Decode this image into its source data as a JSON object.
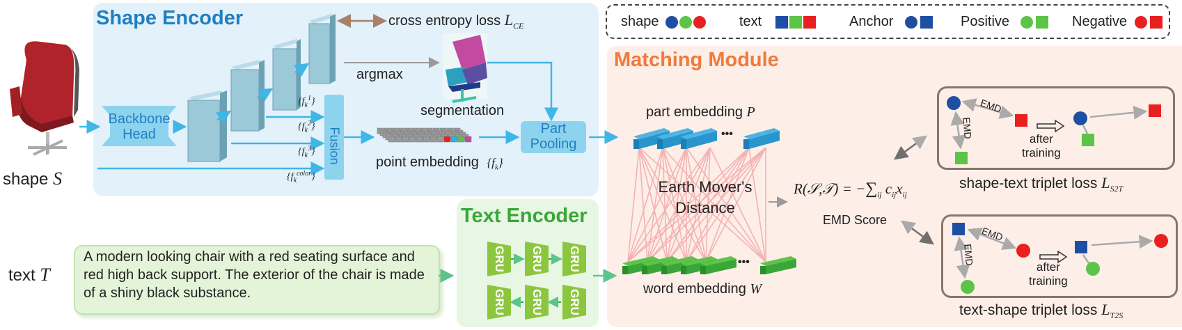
{
  "shape_encoder": {
    "title": "Shape Encoder",
    "backbone": [
      "Backbone",
      "Head"
    ],
    "fusion": "Fusion",
    "f1": "f",
    "f1_sup": "1",
    "f2": "f",
    "f2_sup": "2",
    "f3": "f",
    "f3_sup": "3",
    "fc": "f",
    "fc_sup": "color",
    "ce_loss": "cross entropy loss",
    "ce_symbol": "L",
    "ce_sub": "CE",
    "argmax": "argmax",
    "segmentation": "segmentation",
    "point_embedding": "point embedding",
    "point_symbol": "{f",
    "point_symbol_end": "}",
    "part_pooling": [
      "Part",
      "Pooling"
    ]
  },
  "inputs": {
    "shape_label": "shape",
    "shape_symbol": "S",
    "text_label": "text",
    "text_symbol": "T"
  },
  "text_encoder": {
    "title": "Text Encoder",
    "description": "A modern looking chair with a red seating surface and red high back support. The exterior of the chair is made of a shiny black substance.",
    "gru_label": "GRU"
  },
  "matching": {
    "title": "Matching Module",
    "part_embedding": "part embedding",
    "part_symbol": "P",
    "word_embedding": "word embedding",
    "word_symbol": "W",
    "emd": [
      "Earth Mover's",
      "Distance"
    ],
    "emd_formula": "R(S,T) = −∑ c x",
    "emd_formula_parts": {
      "lhs": "R(𝒮,𝒯) = −",
      "sum": "∑",
      "sum_sub": "ij",
      "c": "c",
      "c_sub": "ij",
      "x": "x",
      "x_sub": "ij"
    },
    "emd_score": "EMD Score",
    "dots": "•••"
  },
  "triplets": {
    "emd_tag": "EMD",
    "after": "after",
    "training": "training",
    "s2t_label": "shape-text triplet loss",
    "s2t_symbol": "L",
    "s2t_sub": "S2T",
    "t2s_label": "text-shape triplet loss",
    "t2s_symbol": "L",
    "t2s_sub": "T2S"
  },
  "legend": {
    "shape": "shape",
    "text": "text",
    "anchor": "Anchor",
    "positive": "Positive",
    "negative": "Negative"
  },
  "colors": {
    "shape_panel": "#e3f1fb",
    "text_panel": "#e8f6e4",
    "match_panel": "#fdeee8",
    "blue_title": "#1f7fc2",
    "green_title": "#3aa63a",
    "orange_title": "#f07a3c",
    "anchor": "#1f4fa3",
    "positive": "#5cc447",
    "negative": "#e8201f",
    "cyan": "#8dd3ee",
    "trip_border": "#8a7566"
  }
}
